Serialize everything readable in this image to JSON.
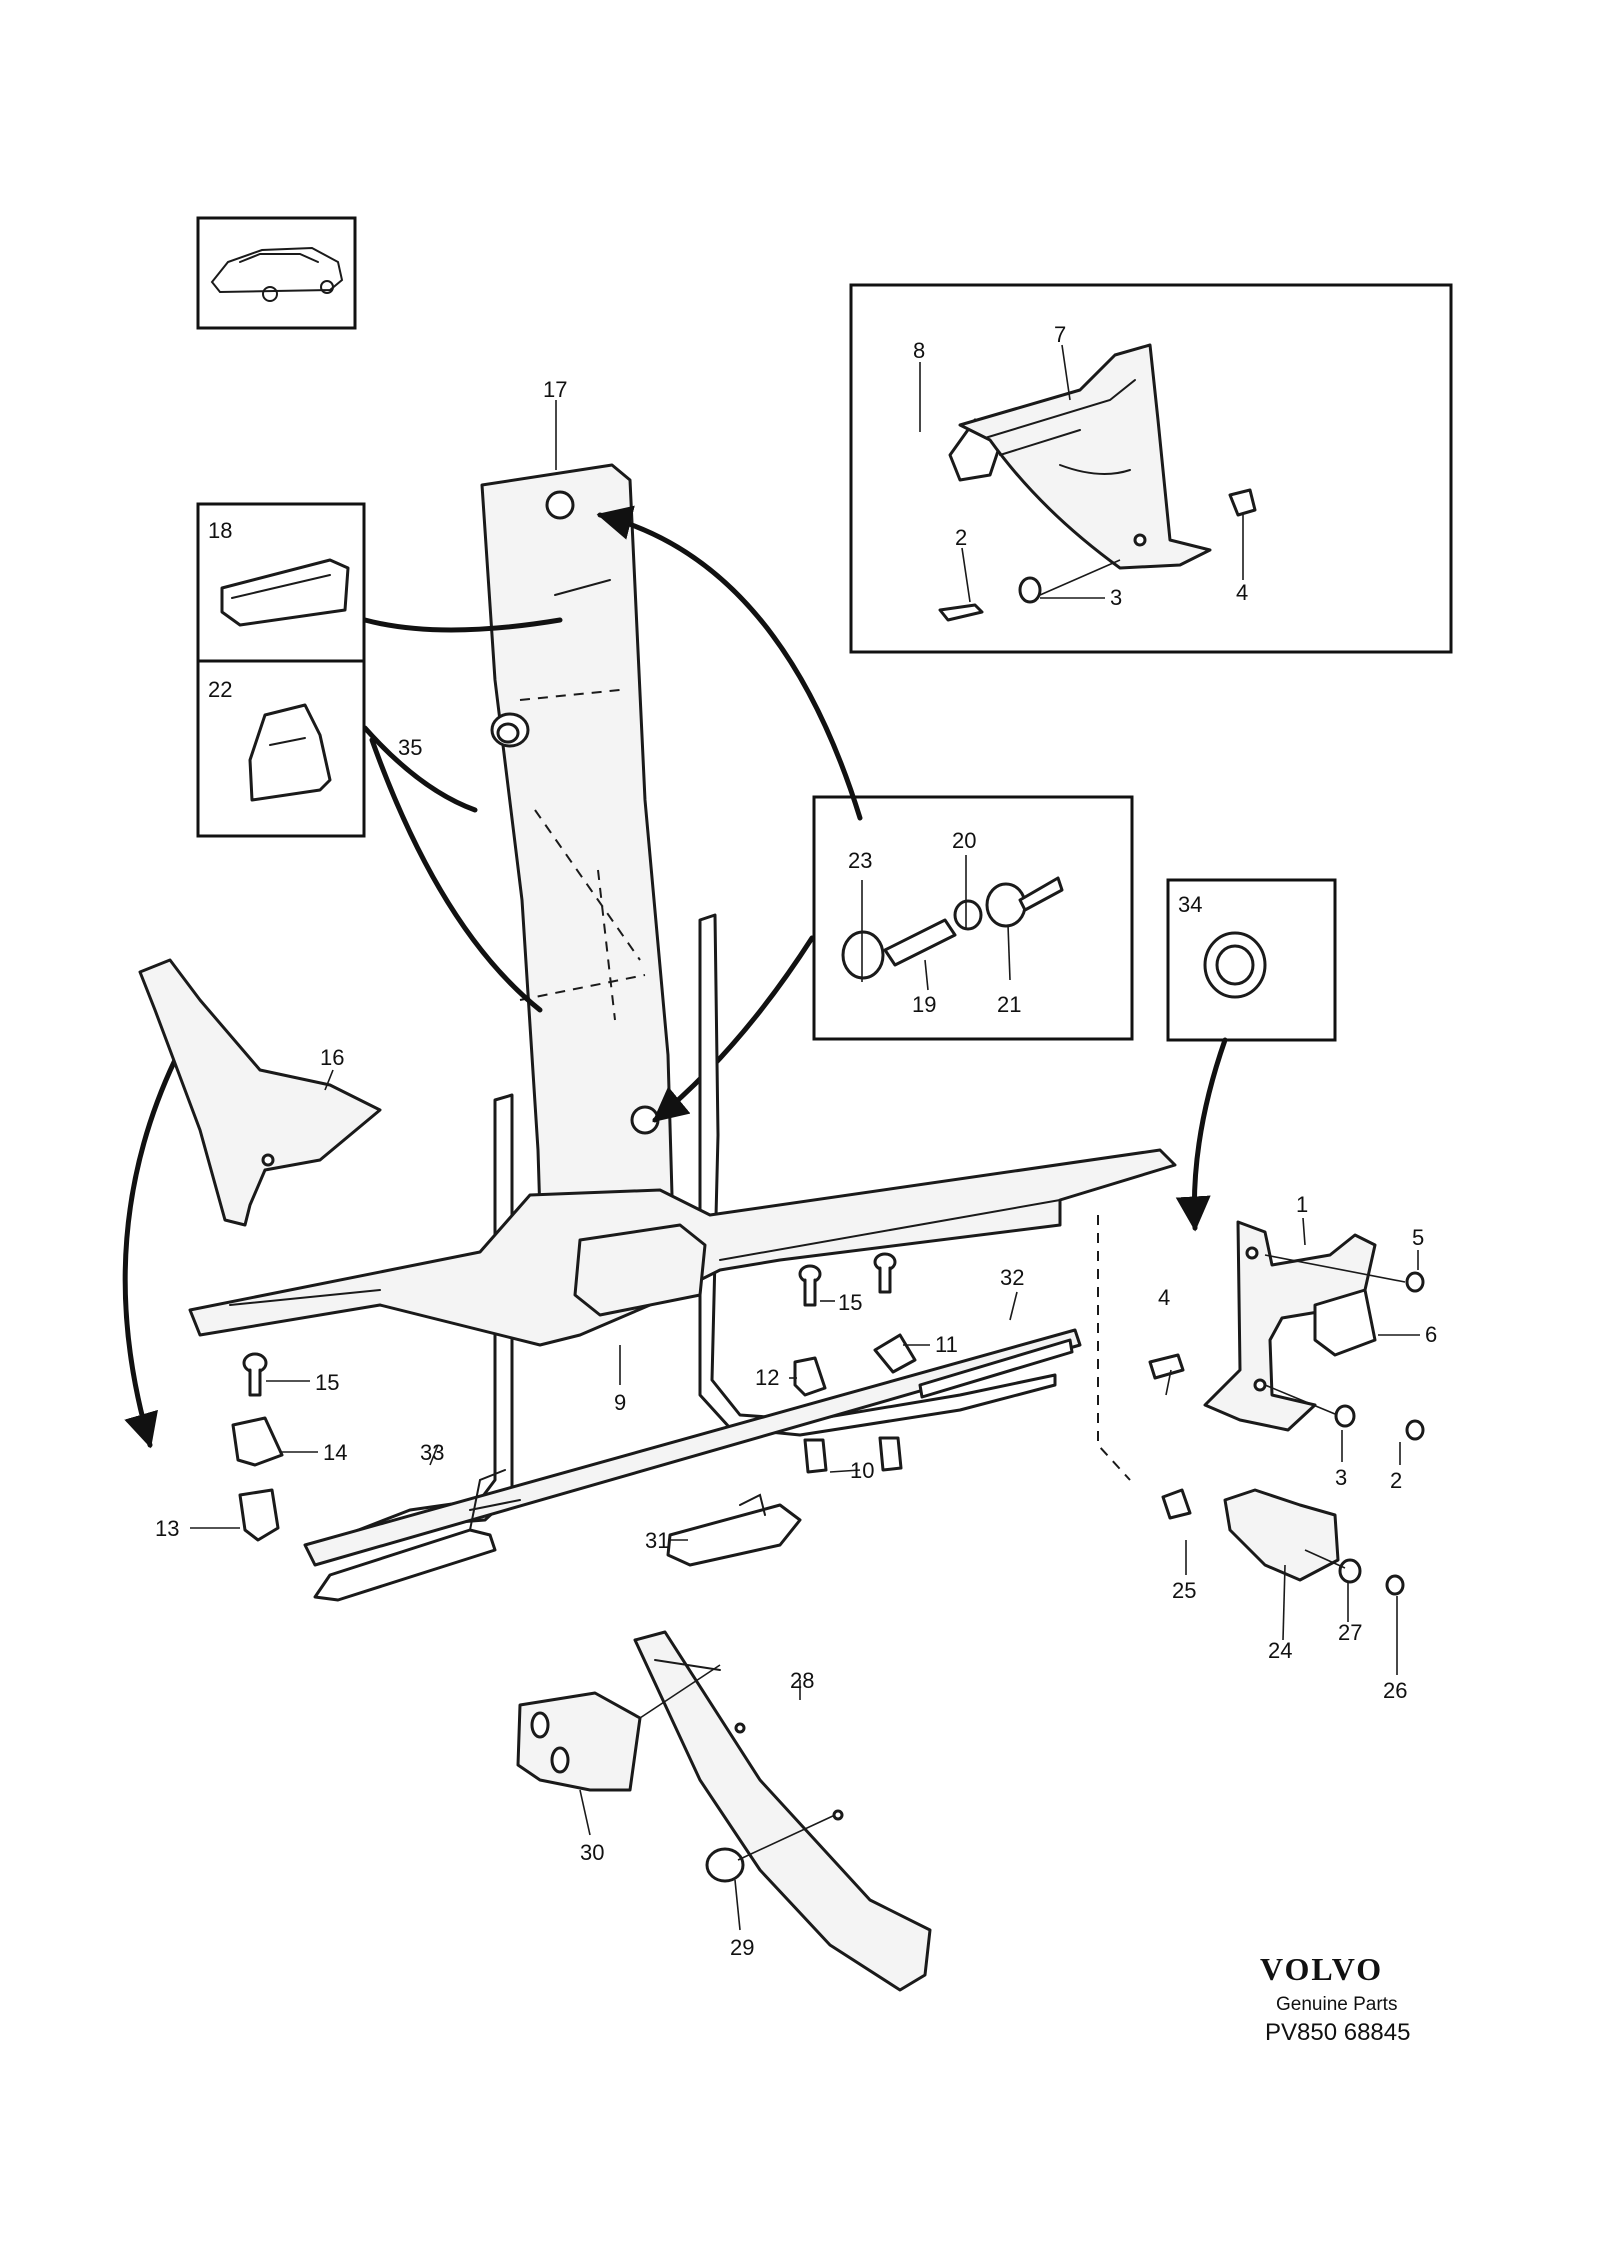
{
  "brand": {
    "name": "VOLVO",
    "subtitle": "Genuine Parts",
    "code": "PV850 68845"
  },
  "callouts": {
    "c1": "1",
    "c2a": "2",
    "c2b": "2",
    "c3a": "3",
    "c3b": "3",
    "c4a": "4",
    "c4b": "4",
    "c5": "5",
    "c6": "6",
    "c7": "7",
    "c8": "8",
    "c9": "9",
    "c10": "10",
    "c11": "11",
    "c12": "12",
    "c13": "13",
    "c14": "14",
    "c15a": "15",
    "c15b": "15",
    "c16": "16",
    "c17": "17",
    "c18": "18",
    "c19": "19",
    "c20": "20",
    "c21": "21",
    "c22": "22",
    "c23": "23",
    "c24": "24",
    "c25": "25",
    "c26": "26",
    "c27": "27",
    "c28": "28",
    "c29": "29",
    "c30": "30",
    "c31": "31",
    "c32": "32",
    "c33": "33",
    "c34": "34",
    "c35": "35"
  }
}
